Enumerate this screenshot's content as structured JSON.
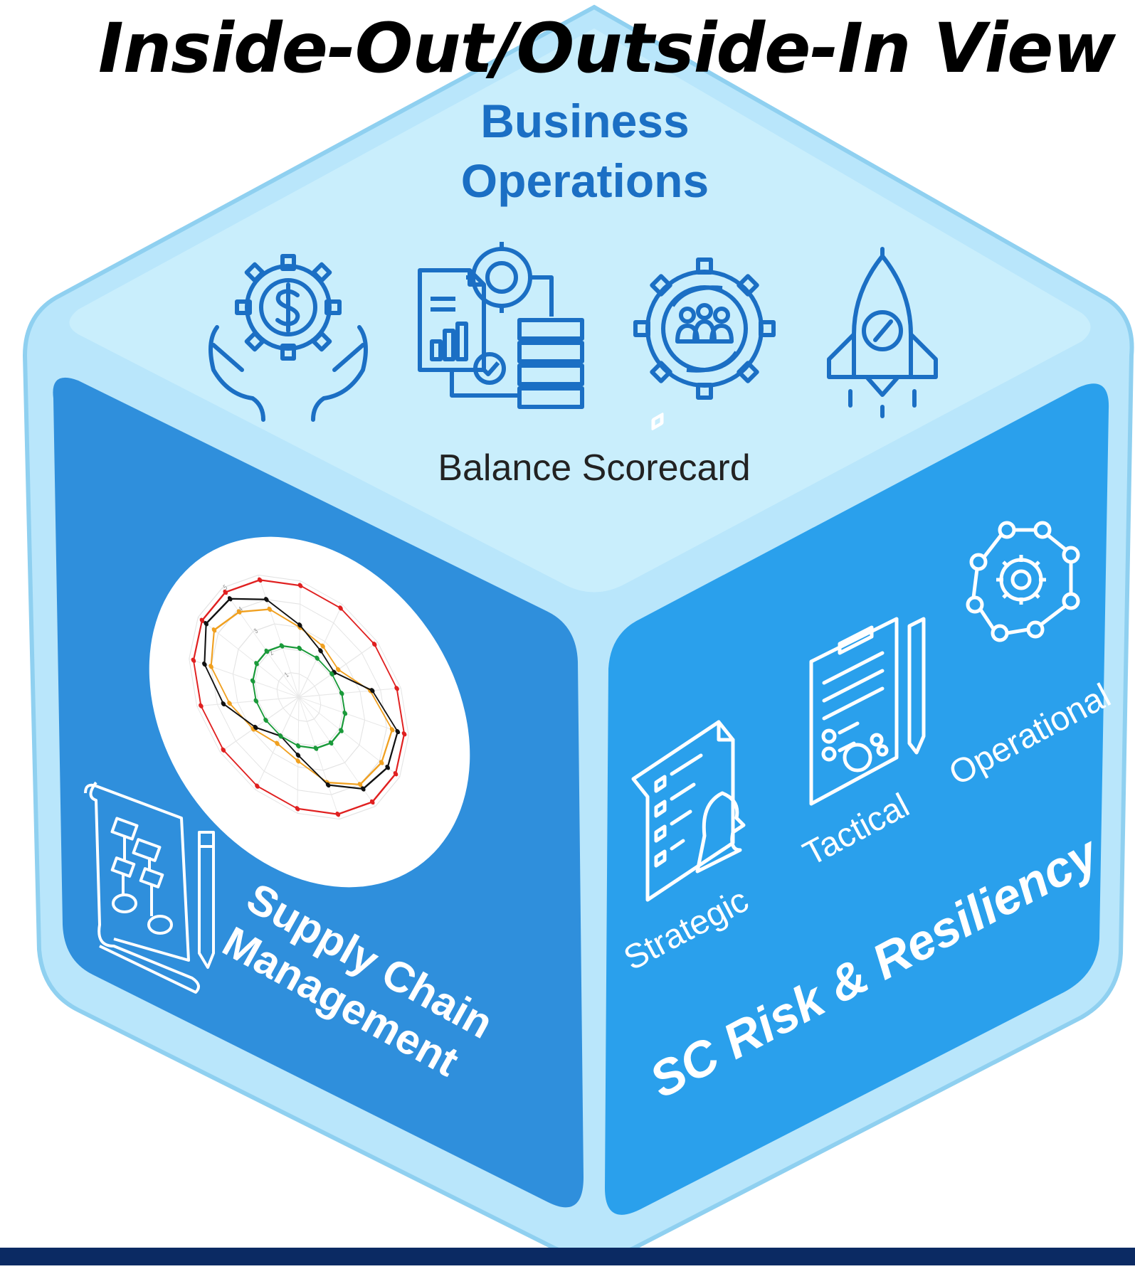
{
  "title": "Inside-Out/Outside-In View",
  "top_face": {
    "heading_line1": "Business",
    "heading_line2": "Operations",
    "caption": "Balance Scorecard",
    "icons": [
      "hands-dollar-gear-icon",
      "report-gear-server-icon",
      "gear-team-cycle-icon",
      "rocket-gauge-icon"
    ]
  },
  "left_face": {
    "label_line1": "Supply Chain",
    "label_line2": "Management",
    "icons": [
      "flowchart-blueprint-icon",
      "radar-chart-icon"
    ]
  },
  "right_face": {
    "label": "SC Risk & Resiliency",
    "sublabels": [
      "Strategic",
      "Tactical",
      "Operational"
    ],
    "icons": [
      "checklist-chess-knight-icon",
      "clipboard-pen-icon",
      "gear-network-icon"
    ]
  },
  "radar_chart": {
    "ring_labels": [
      "5",
      "4",
      "3",
      "2",
      "1"
    ],
    "series_colors": [
      "#e02020",
      "#f0a020",
      "#111111",
      "#1a9a3a"
    ]
  },
  "colors": {
    "top_face": "#c9eefc",
    "left_face": "#2f8fdc",
    "right_face": "#2aa0ec",
    "dark_blue": "#1b6fc4",
    "bottom_bar": "#0b2a63"
  }
}
